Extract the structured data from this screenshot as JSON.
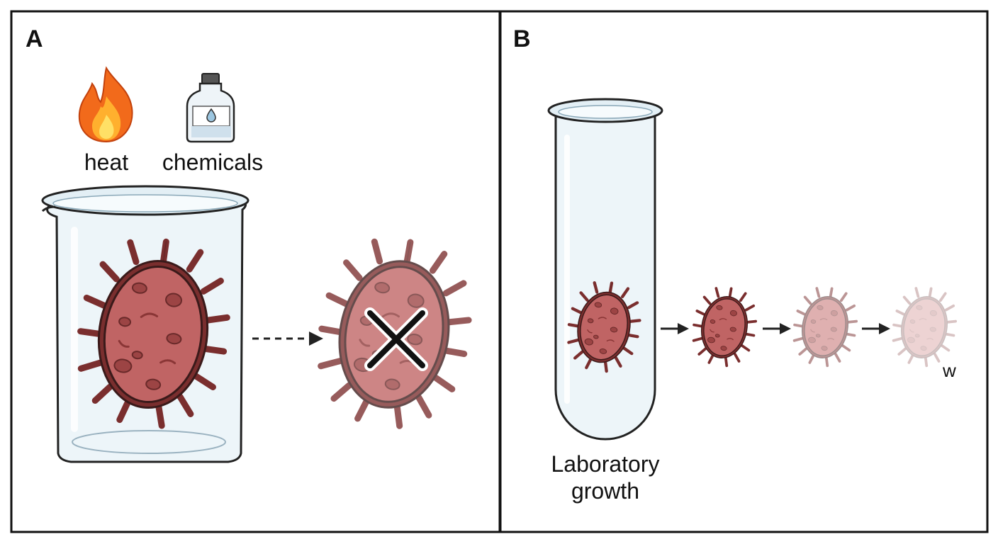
{
  "panel_a": {
    "letter": "A",
    "heat_label": "heat",
    "chemicals_label": "chemicals"
  },
  "panel_b": {
    "letter": "B",
    "tube_label_line1": "Laboratory",
    "tube_label_line2": "growth",
    "fade_label": "w"
  },
  "colors": {
    "bacterium_fill": "#b85a5a",
    "bacterium_outline": "#7a2e2e",
    "glass": "#eaf4f8",
    "flame_outer": "#f26a1b",
    "flame_inner": "#ffd23a"
  },
  "icons": [
    "flame-icon",
    "chemical-bottle-icon",
    "beaker-icon",
    "test-tube-icon",
    "bacterium-icon",
    "x-mark-icon"
  ]
}
